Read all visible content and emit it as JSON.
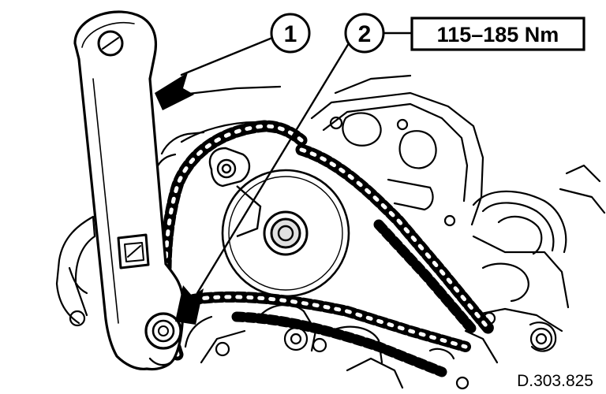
{
  "diagram": {
    "callouts": [
      {
        "id": "1",
        "label": "1"
      },
      {
        "id": "2",
        "label": "2"
      }
    ],
    "torque_spec": "115–185 Nm",
    "figure_ref": "D.303.825",
    "colors": {
      "ink": "#000000",
      "paper": "#ffffff"
    }
  }
}
